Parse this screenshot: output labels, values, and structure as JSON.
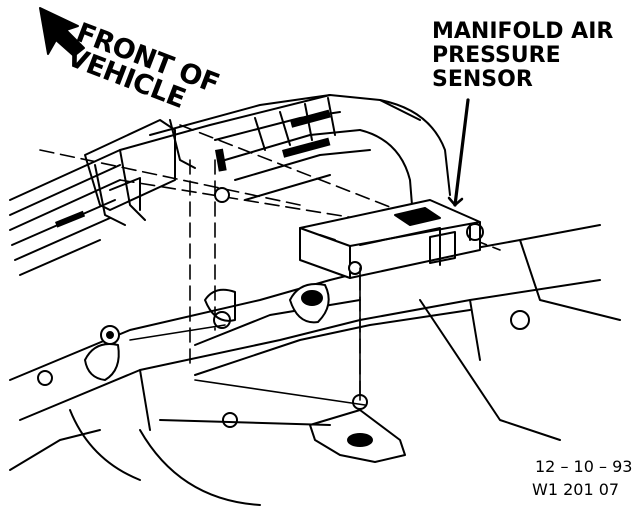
{
  "front_label": {
    "line1": "FRONT OF",
    "line2": "VEHICLE"
  },
  "sensor_label": {
    "line1": "MANIFOLD AIR",
    "line2": "PRESSURE",
    "line3": "SENSOR"
  },
  "footer": {
    "date": "12 – 10 – 93",
    "figure_code": "W1 201 07"
  }
}
